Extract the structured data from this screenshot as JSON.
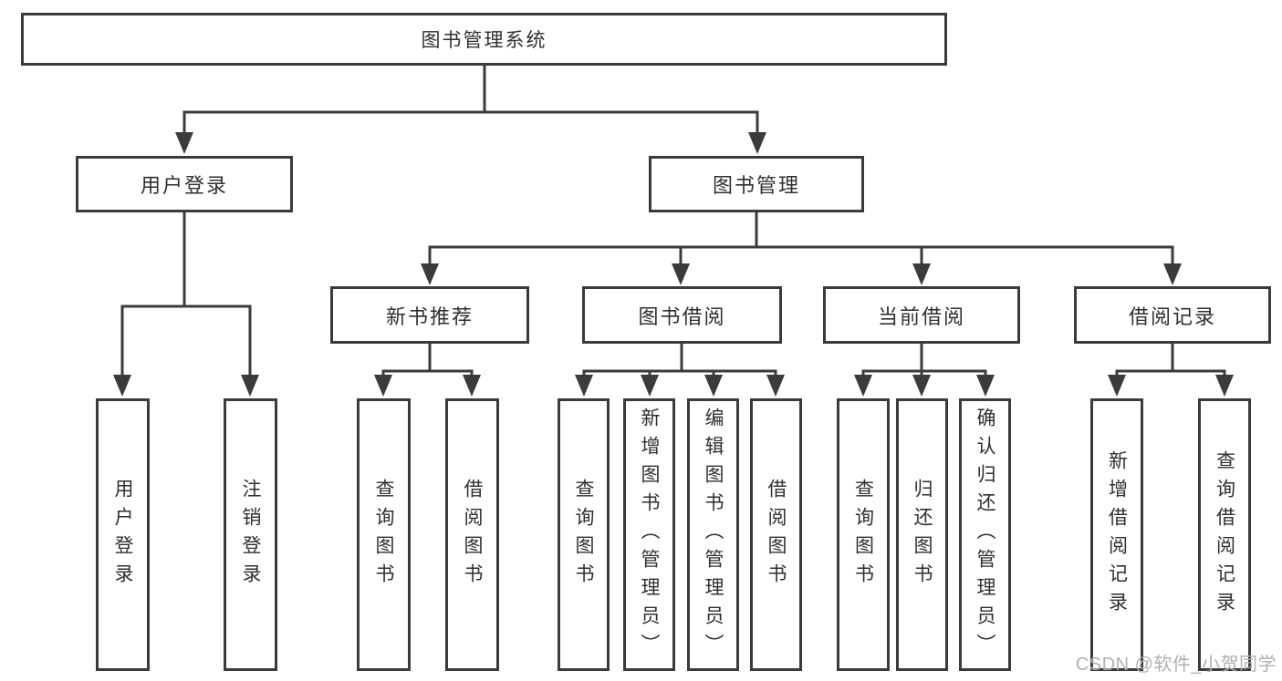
{
  "tree": {
    "label": "图书管理系统",
    "children": [
      {
        "label": "用户登录",
        "children": [
          {
            "label": "用户登录"
          },
          {
            "label": "注销登录"
          }
        ]
      },
      {
        "label": "图书管理",
        "children": [
          {
            "label": "新书推荐",
            "children": [
              {
                "label": "查询图书"
              },
              {
                "label": "借阅图书"
              }
            ]
          },
          {
            "label": "图书借阅",
            "children": [
              {
                "label": "查询图书"
              },
              {
                "label": "新增图书（管理员）"
              },
              {
                "label": "编辑图书（管理员）"
              },
              {
                "label": "借阅图书"
              }
            ]
          },
          {
            "label": "当前借阅",
            "children": [
              {
                "label": "查询图书"
              },
              {
                "label": "归还图书"
              },
              {
                "label": "确认归还（管理员）"
              }
            ]
          },
          {
            "label": "借阅记录",
            "children": [
              {
                "label": "新增借阅记录"
              },
              {
                "label": "查询借阅记录"
              }
            ]
          }
        ]
      }
    ]
  },
  "watermark": "CSDN @软件_小贺同学",
  "colors": {
    "line": "#3b3b3b",
    "box_border": "#3b3b3b",
    "text": "#2f2f2f",
    "watermark": "#b0b0b0",
    "background": "#ffffff"
  }
}
